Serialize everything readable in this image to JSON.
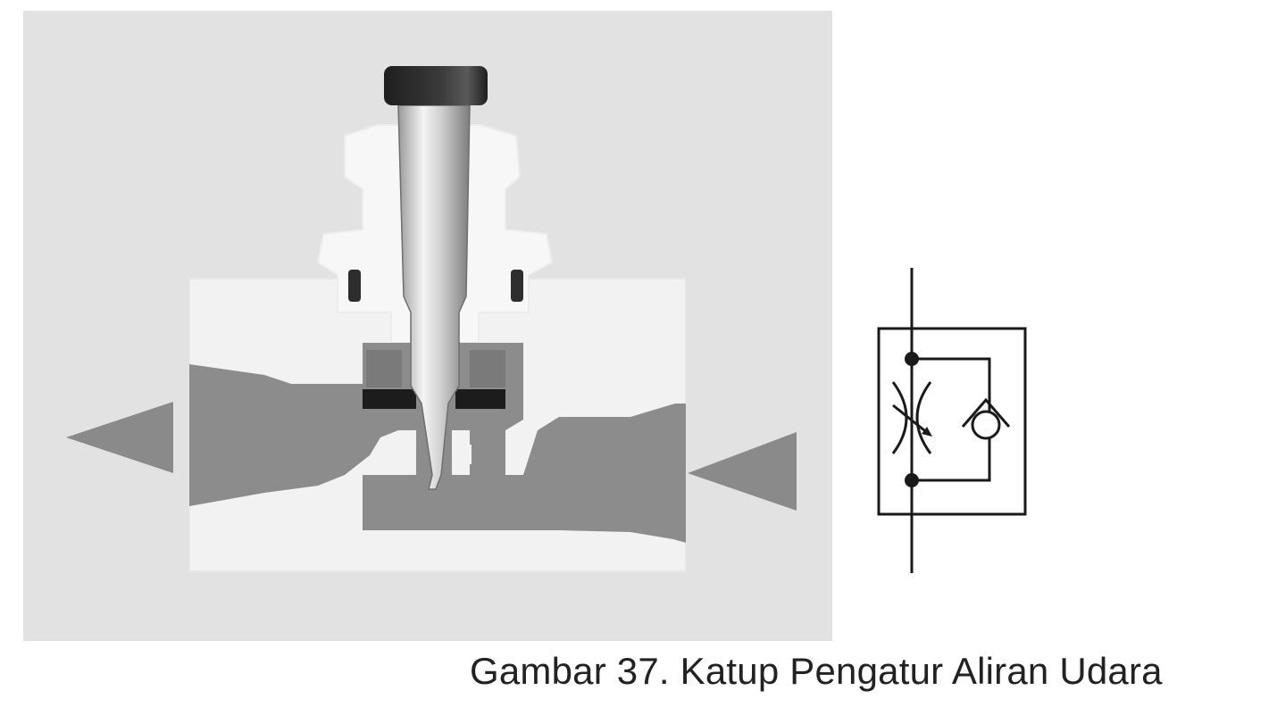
{
  "figure": {
    "caption": "Gambar 37. Katup Pengatur Aliran Udara",
    "illustration": "flow-control-valve-cutaway",
    "symbol": "one-way-flow-control-valve-symbol"
  },
  "colors": {
    "photo_background": "#e2e2e2",
    "valve_body": "#f2f2f2",
    "flow_channel": "#8c8c8c",
    "knob": "#2a2a2a",
    "symbol_stroke": "#1a1a1a",
    "caption_text": "#222222"
  }
}
